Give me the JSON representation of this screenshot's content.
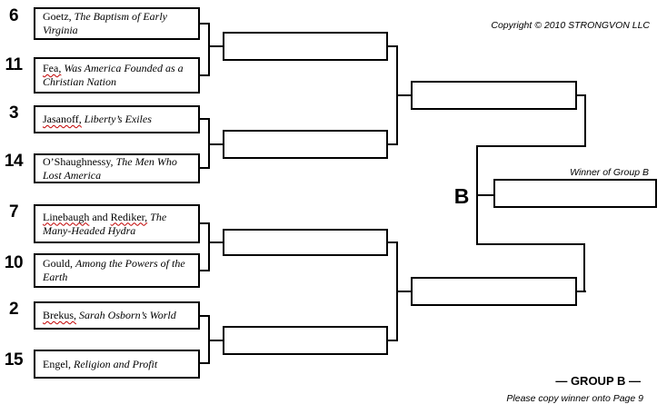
{
  "header": {
    "copyright": "Copyright © 2010 STRONGVON LLC"
  },
  "final": {
    "bracket_letter": "B",
    "winner_label": "Winner of Group B"
  },
  "footer": {
    "group_label": "— GROUP B —",
    "note": "Please copy winner onto Page 9"
  },
  "round1": [
    {
      "seed": "6",
      "author_parts": [
        {
          "text": "Goetz,",
          "flagged": false
        }
      ],
      "sep": " ",
      "title": "The Baptism of Early Virginia"
    },
    {
      "seed": "11",
      "author_parts": [
        {
          "text": "Fea,",
          "flagged": true
        }
      ],
      "sep": " ",
      "title": "Was America Founded as a Christian Nation"
    },
    {
      "seed": "3",
      "author_parts": [
        {
          "text": "Jasanoff,",
          "flagged": true
        }
      ],
      "sep": " ",
      "title": "Liberty’s Exiles"
    },
    {
      "seed": "14",
      "author_parts": [
        {
          "text": "O’Shaughnessy,",
          "flagged": false
        }
      ],
      "sep": " ",
      "title": "The Men Who Lost America"
    },
    {
      "seed": "7",
      "author_parts": [
        {
          "text": "Linebaugh",
          "flagged": true
        },
        {
          "text": " and ",
          "flagged": false
        },
        {
          "text": "Rediker,",
          "flagged": true
        }
      ],
      "sep": " ",
      "title": "The Many-Headed Hydra"
    },
    {
      "seed": "10",
      "author_parts": [
        {
          "text": "Gould,",
          "flagged": false
        }
      ],
      "sep": " ",
      "title": "Among the Powers of the Earth"
    },
    {
      "seed": "2",
      "author_parts": [
        {
          "text": "Brekus,",
          "flagged": true
        }
      ],
      "sep": " ",
      "title": "Sarah Osborn’s World"
    },
    {
      "seed": "15",
      "author_parts": [
        {
          "text": "Engel,",
          "flagged": false
        }
      ],
      "sep": " ",
      "title": "Religion and Profit"
    }
  ]
}
